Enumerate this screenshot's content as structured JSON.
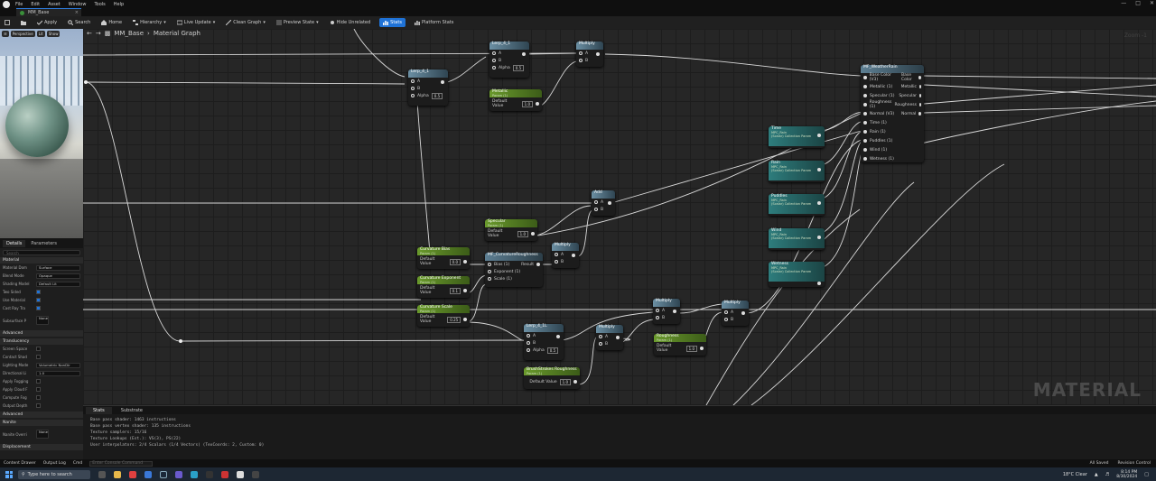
{
  "menu": {
    "items": [
      "File",
      "Edit",
      "Asset",
      "Window",
      "Tools",
      "Help"
    ]
  },
  "document_tab": {
    "title": "MM_Base"
  },
  "toolbar": {
    "items": [
      {
        "label": "Apply",
        "icon": "apply-icon"
      },
      {
        "label": "Search",
        "icon": "search-icon"
      },
      {
        "label": "Home",
        "icon": "home-icon"
      },
      {
        "label": "Hierarchy",
        "icon": "hierarchy-icon"
      },
      {
        "label": "Live Update",
        "icon": "live-update-icon"
      },
      {
        "label": "Clean Graph",
        "icon": "clean-graph-icon"
      },
      {
        "label": "Preview State",
        "icon": "preview-state-icon"
      },
      {
        "label": "Hide Unrelated",
        "icon": "hide-unrelated-icon"
      },
      {
        "label": "Stats",
        "icon": "stats-icon"
      },
      {
        "label": "Platform Stats",
        "icon": "platform-stats-icon"
      }
    ]
  },
  "viewport": {
    "buttons": [
      "Perspective",
      "Lit",
      "Show"
    ]
  },
  "breadcrumb": {
    "asset": "MM_Base",
    "sep": "›",
    "graph": "Material Graph"
  },
  "graph": {
    "zoom": "Zoom -1",
    "watermark": "MATERIAL",
    "nodes": [
      {
        "id": "lerp1",
        "title": "Lerp_4_1",
        "type": "math",
        "pins": [
          "A",
          "B",
          "Alpha"
        ],
        "alpha": "0.5"
      },
      {
        "id": "lerp2",
        "title": "Lerp_4_1",
        "type": "math",
        "pins": [
          "A",
          "B",
          "Alpha"
        ],
        "alpha": "0.5"
      },
      {
        "id": "mul1",
        "title": "Multiply",
        "type": "math",
        "pins": [
          "A",
          "B"
        ]
      },
      {
        "id": "metallic",
        "title": "Metallic",
        "sub": "Param (1)",
        "type": "param",
        "default_label": "Default Value",
        "default": "1.0"
      },
      {
        "id": "add",
        "title": "Add",
        "type": "math",
        "pins": [
          "A",
          "B"
        ]
      },
      {
        "id": "specular",
        "title": "Specular",
        "sub": "Param (1)",
        "type": "param",
        "default_label": "Default Value",
        "default": "1.0"
      },
      {
        "id": "mul2",
        "title": "Multiply",
        "type": "math",
        "pins": [
          "A",
          "B"
        ]
      },
      {
        "id": "curv",
        "title": "MF_CurvatureRoughness",
        "type": "func",
        "inputs": [
          "Bias (1)",
          "Exponent (1)",
          "Scale (1)"
        ],
        "output": "Result"
      },
      {
        "id": "cbias",
        "title": "Curvature Bias",
        "sub": "Param (1)",
        "type": "param",
        "default_label": "Default Value",
        "default": "0.0"
      },
      {
        "id": "cexp",
        "title": "Curvature Exponent",
        "sub": "Param (1)",
        "type": "param",
        "default_label": "Default Value",
        "default": "0.1"
      },
      {
        "id": "cscale",
        "title": "Curvature Scale",
        "sub": "Param (1)",
        "type": "param",
        "default_label": "Default Value",
        "default": "0.25"
      },
      {
        "id": "lerp3",
        "title": "Lerp_4_1L",
        "type": "math",
        "pins": [
          "A",
          "B",
          "Alpha"
        ],
        "alpha": "0.5"
      },
      {
        "id": "mul3",
        "title": "Multiply",
        "type": "math",
        "pins": [
          "A",
          "B"
        ]
      },
      {
        "id": "mul4",
        "title": "Multiply",
        "type": "math",
        "pins": [
          "A",
          "B"
        ]
      },
      {
        "id": "mul5",
        "title": "Multiply",
        "type": "math",
        "pins": [
          "A",
          "B"
        ]
      },
      {
        "id": "rough",
        "title": "Roughness",
        "sub": "Param (1)",
        "type": "param",
        "default_label": "Default Value",
        "default": "1.0"
      },
      {
        "id": "bsr",
        "title": "BrushStrokes Roughness",
        "sub": "Param (1)",
        "type": "param",
        "default_label": "Default Value",
        "default": "1.0"
      },
      {
        "id": "time",
        "title": "Time",
        "sub": "MPC_Rain",
        "sub2": "(Scalar) Collection Param",
        "type": "coll"
      },
      {
        "id": "rain",
        "title": "Rain",
        "sub": "MPC_Rain",
        "sub2": "(Scalar) Collection Param",
        "type": "coll"
      },
      {
        "id": "puddles",
        "title": "Puddles",
        "sub": "MPC_Rain",
        "sub2": "(Scalar) Collection Param",
        "type": "coll"
      },
      {
        "id": "wind",
        "title": "Wind",
        "sub": "MPC_Rain",
        "sub2": "(Scalar) Collection Param",
        "type": "coll"
      },
      {
        "id": "wetness",
        "title": "Wetness",
        "sub": "MPC_Rain",
        "sub2": "(Scalar) Collection Param",
        "type": "coll"
      },
      {
        "id": "weather",
        "title": "MF_WeatherRain",
        "type": "func",
        "inputs": [
          "Base Color (V3)",
          "Metallic (1)",
          "Specular (1)",
          "Roughness (1)",
          "Normal (V3)",
          "Time (1)",
          "Rain (1)",
          "Puddles (1)",
          "Wind (1)",
          "Wetness (1)"
        ],
        "outputs": [
          "Base Color",
          "Metallic",
          "Specular",
          "Roughness",
          "Normal"
        ]
      }
    ]
  },
  "details": {
    "tabs": [
      "Details",
      "Parameters"
    ],
    "search_placeholder": "Search",
    "sections": {
      "material": "Material",
      "advanced": "Advanced",
      "translucency": "Translucency",
      "advanced2": "Advanced",
      "nanite": "Nanite",
      "displacement": "Displacement"
    },
    "rows": [
      {
        "label": "Material Dom",
        "value": "Surface"
      },
      {
        "label": "Blend Mode",
        "value": "Opaque"
      },
      {
        "label": "Shading Model",
        "value": "Default Lit"
      },
      {
        "label": "Two Sided",
        "value": "",
        "checked": true
      },
      {
        "label": "Use Material",
        "value": "",
        "checked": true
      },
      {
        "label": "Cast Ray Tra",
        "value": "",
        "checked": true
      },
      {
        "label": "Subsurface P",
        "value": "None"
      }
    ],
    "trans_rows": [
      {
        "label": "Screen Space",
        "value": ""
      },
      {
        "label": "Contact Shad",
        "value": ""
      },
      {
        "label": "Lighting Mode",
        "value": "Volumetric NonDir"
      },
      {
        "label": "Directional Li",
        "value": "1.0"
      },
      {
        "label": "Apply Fogging",
        "value": ""
      },
      {
        "label": "Apply Cloud F",
        "value": ""
      },
      {
        "label": "Compute Fog",
        "value": ""
      },
      {
        "label": "Output Depth",
        "value": ""
      }
    ],
    "nanite_rows": [
      {
        "label": "Nanite Overri",
        "value": "None"
      }
    ]
  },
  "log": {
    "tabs": [
      "Stats",
      "Substrate"
    ],
    "lines": [
      "Base pass shader: 1463 instructions",
      "Base pass vertex shader: 135 instructions",
      "Texture samplers: 15/16",
      "Texture Lookups (Est.): VS(3), PS(22)",
      "User interpolators: 2/4 Scalars (1/4 Vectors) (TexCoords: 2, Custom: 0)"
    ]
  },
  "statusbar": {
    "content_drawer": "Content Drawer",
    "output_log": "Output Log",
    "cmd": "Cmd",
    "cmd_placeholder": "Enter Console Command",
    "all_saved": "All Saved",
    "revision": "Revision Control"
  },
  "taskbar": {
    "search_placeholder": "Type here to search",
    "weather": "18°C  Clear",
    "time": "8:14 PM",
    "date": "8/30/2024"
  },
  "colors": {
    "accent": "#1f72d6",
    "param": "#6a9a2c",
    "collection": "#2e7d7d",
    "math": "#5d7f93"
  }
}
